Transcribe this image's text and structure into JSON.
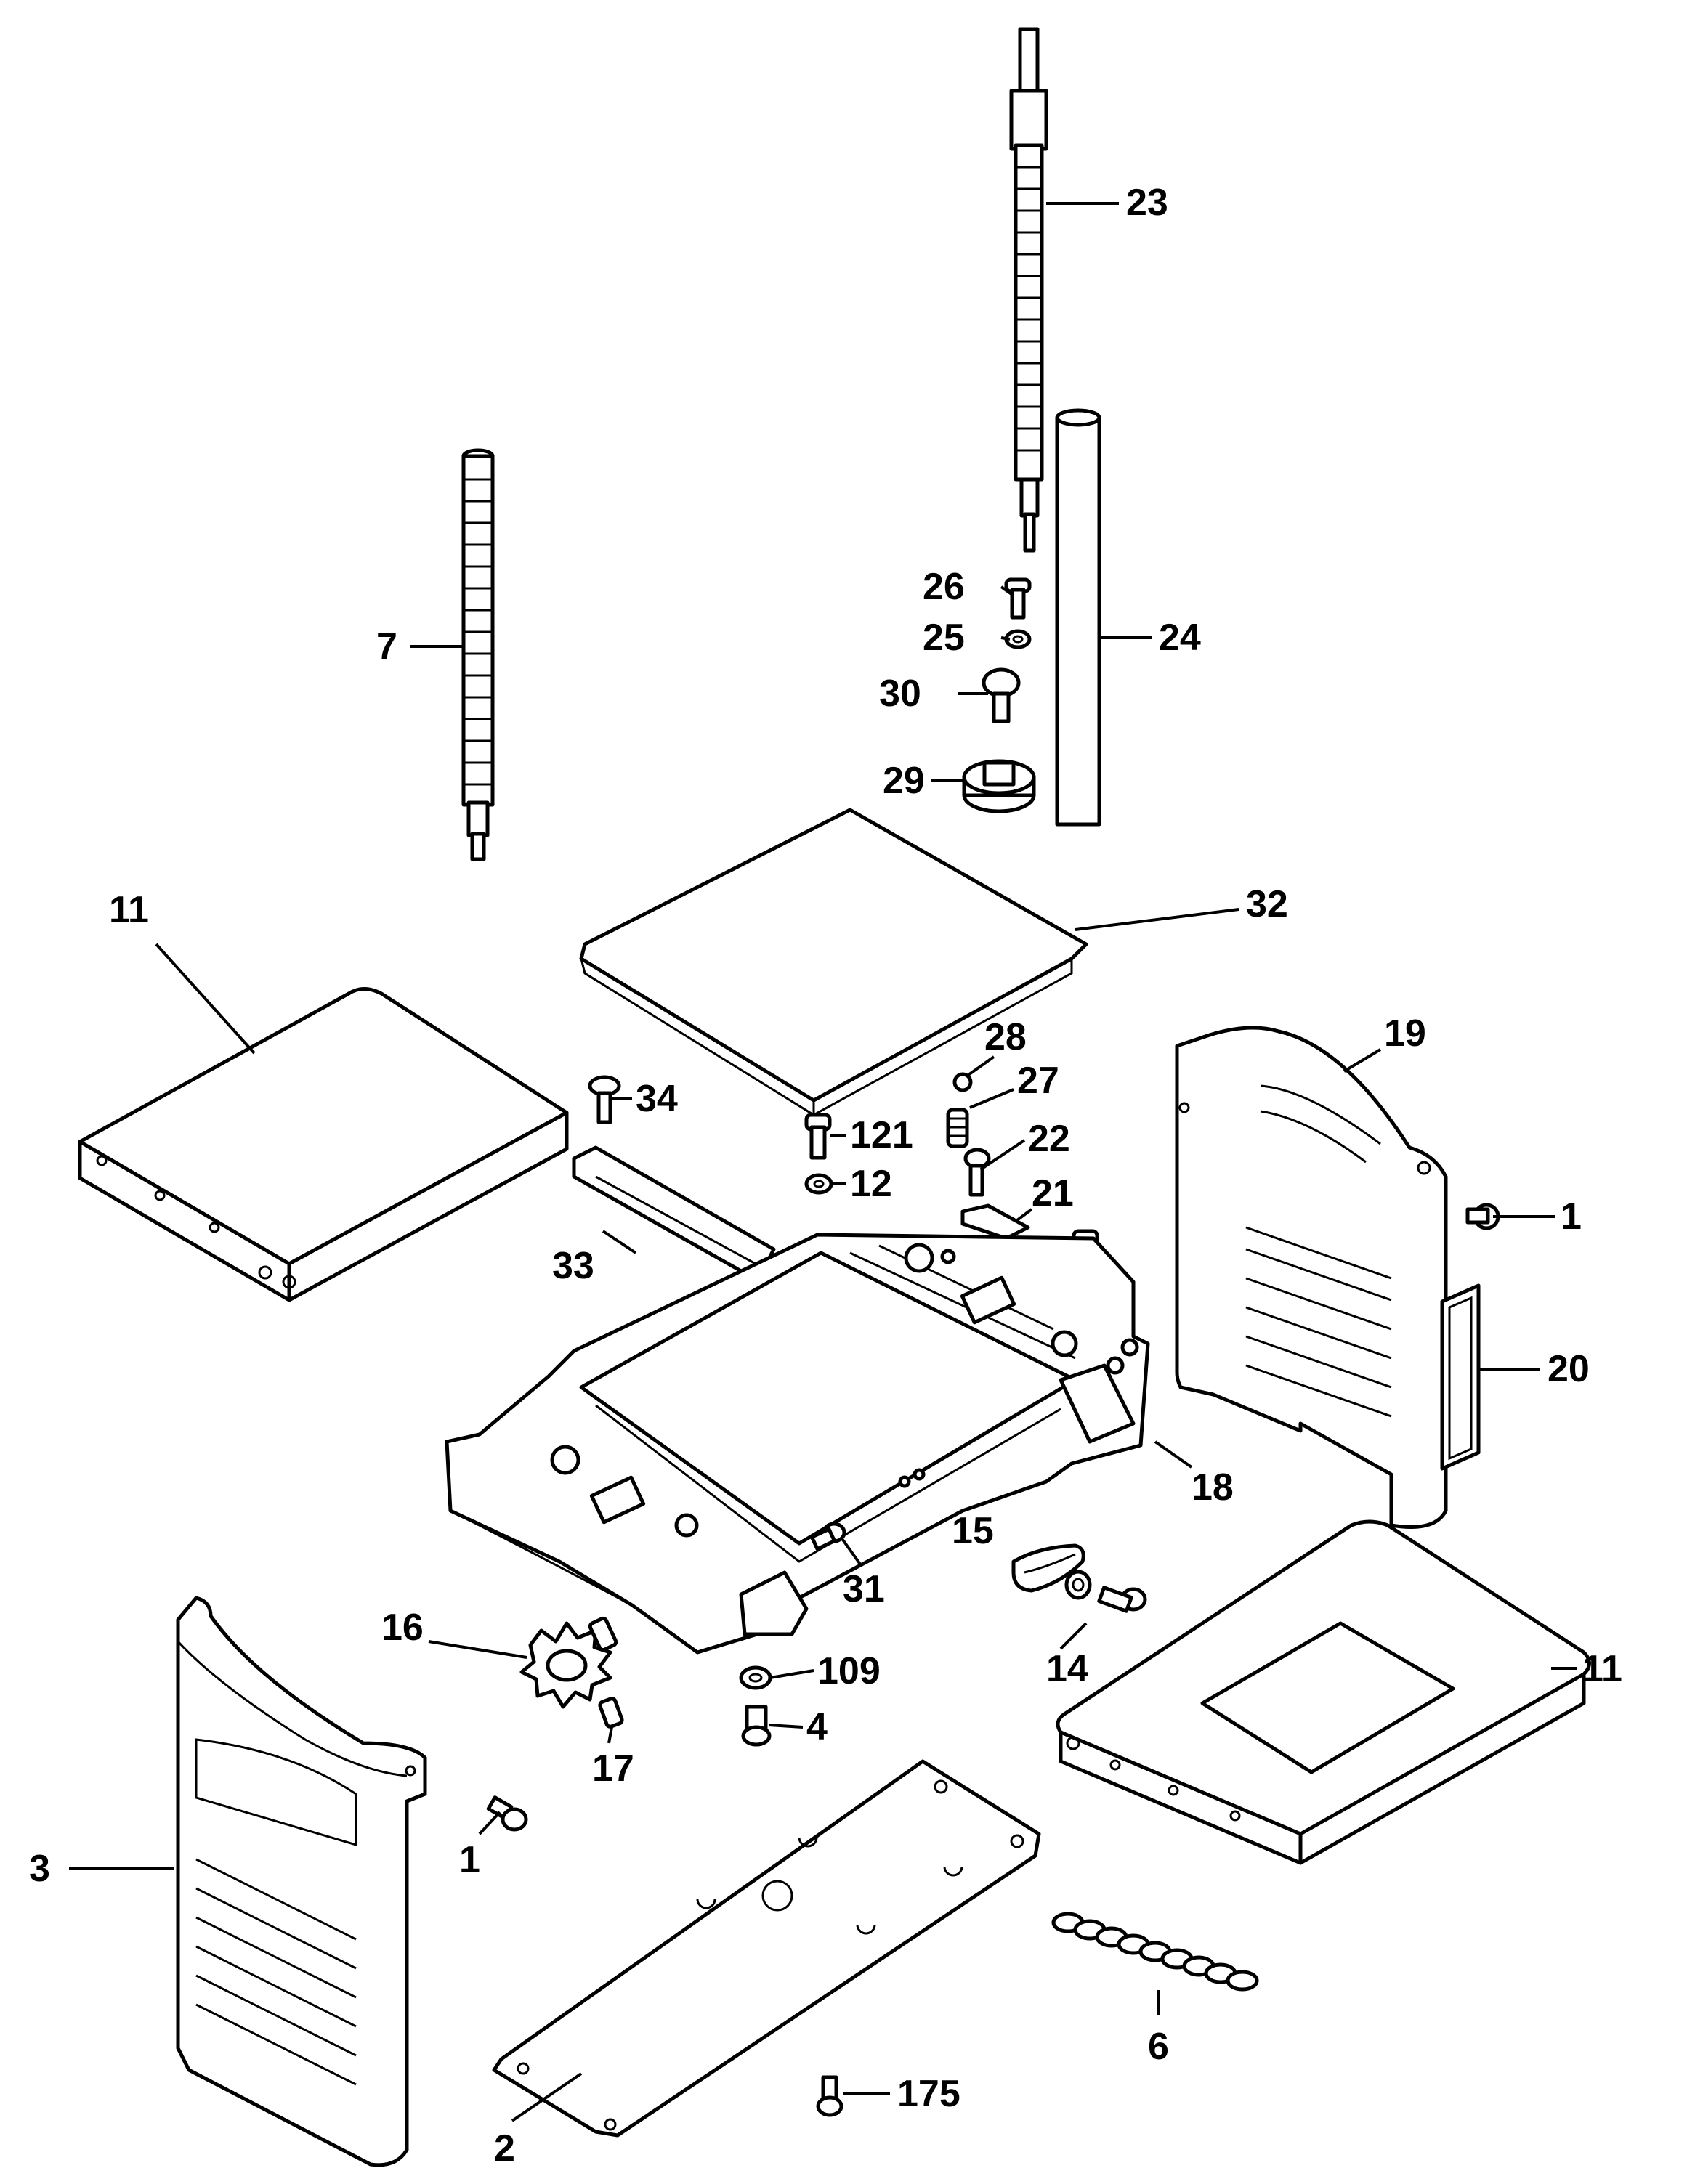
{
  "diagram": {
    "type": "exploded-parts-diagram",
    "colors": {
      "ink": "#000000",
      "paper": "#ffffff"
    },
    "labels": {
      "p23": "23",
      "p24": "24",
      "p26": "26",
      "p25": "25",
      "p30": "30",
      "p29": "29",
      "p7": "7",
      "p32": "32",
      "p11a": "11",
      "p28": "28",
      "p19": "19",
      "p34": "34",
      "p27": "27",
      "p121": "121",
      "p12": "12",
      "p22": "22",
      "p21": "21",
      "p1a": "1",
      "p33": "33",
      "p20": "20",
      "p18": "18",
      "p15": "15",
      "p31": "31",
      "p14": "14",
      "p16": "16",
      "p109": "109",
      "p11b": "11",
      "p17": "17",
      "p4": "4",
      "p1b": "1",
      "p3": "3",
      "p6": "6",
      "p175": "175",
      "p2": "2"
    }
  }
}
